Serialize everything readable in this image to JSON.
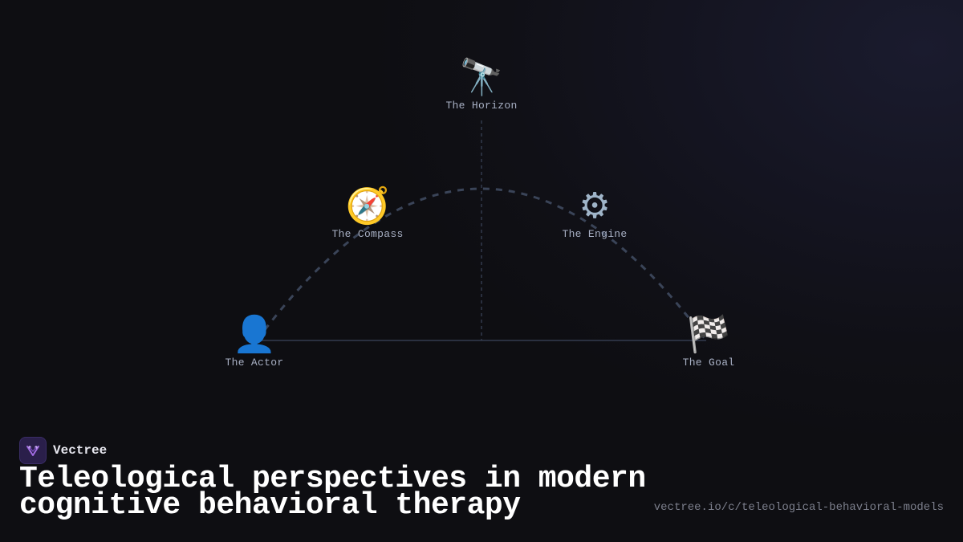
{
  "diagram": {
    "nodes": {
      "horizon": {
        "icon": "telescope-icon",
        "glyph": "🔭",
        "label": "The Horizon"
      },
      "compass": {
        "icon": "compass-icon",
        "glyph": "🧭",
        "label": "The Compass"
      },
      "engine": {
        "icon": "gear-icon",
        "glyph": "⚙",
        "label": "The Engine"
      },
      "actor": {
        "icon": "person-icon",
        "glyph": "👤",
        "label": "The Actor"
      },
      "goal": {
        "icon": "checkered-flag-icon",
        "glyph": "🏁",
        "label": "The Goal"
      }
    },
    "colors": {
      "arc": "#3a4458",
      "baseline": "#2a3040",
      "vertical": "#323a4c",
      "label": "#a8b0c4"
    }
  },
  "footer": {
    "brand": "Vectree",
    "title_line1": "Teleological perspectives in modern",
    "title_line2": "cognitive behavioral therapy",
    "url": "vectree.io/c/teleological-behavioral-models"
  }
}
